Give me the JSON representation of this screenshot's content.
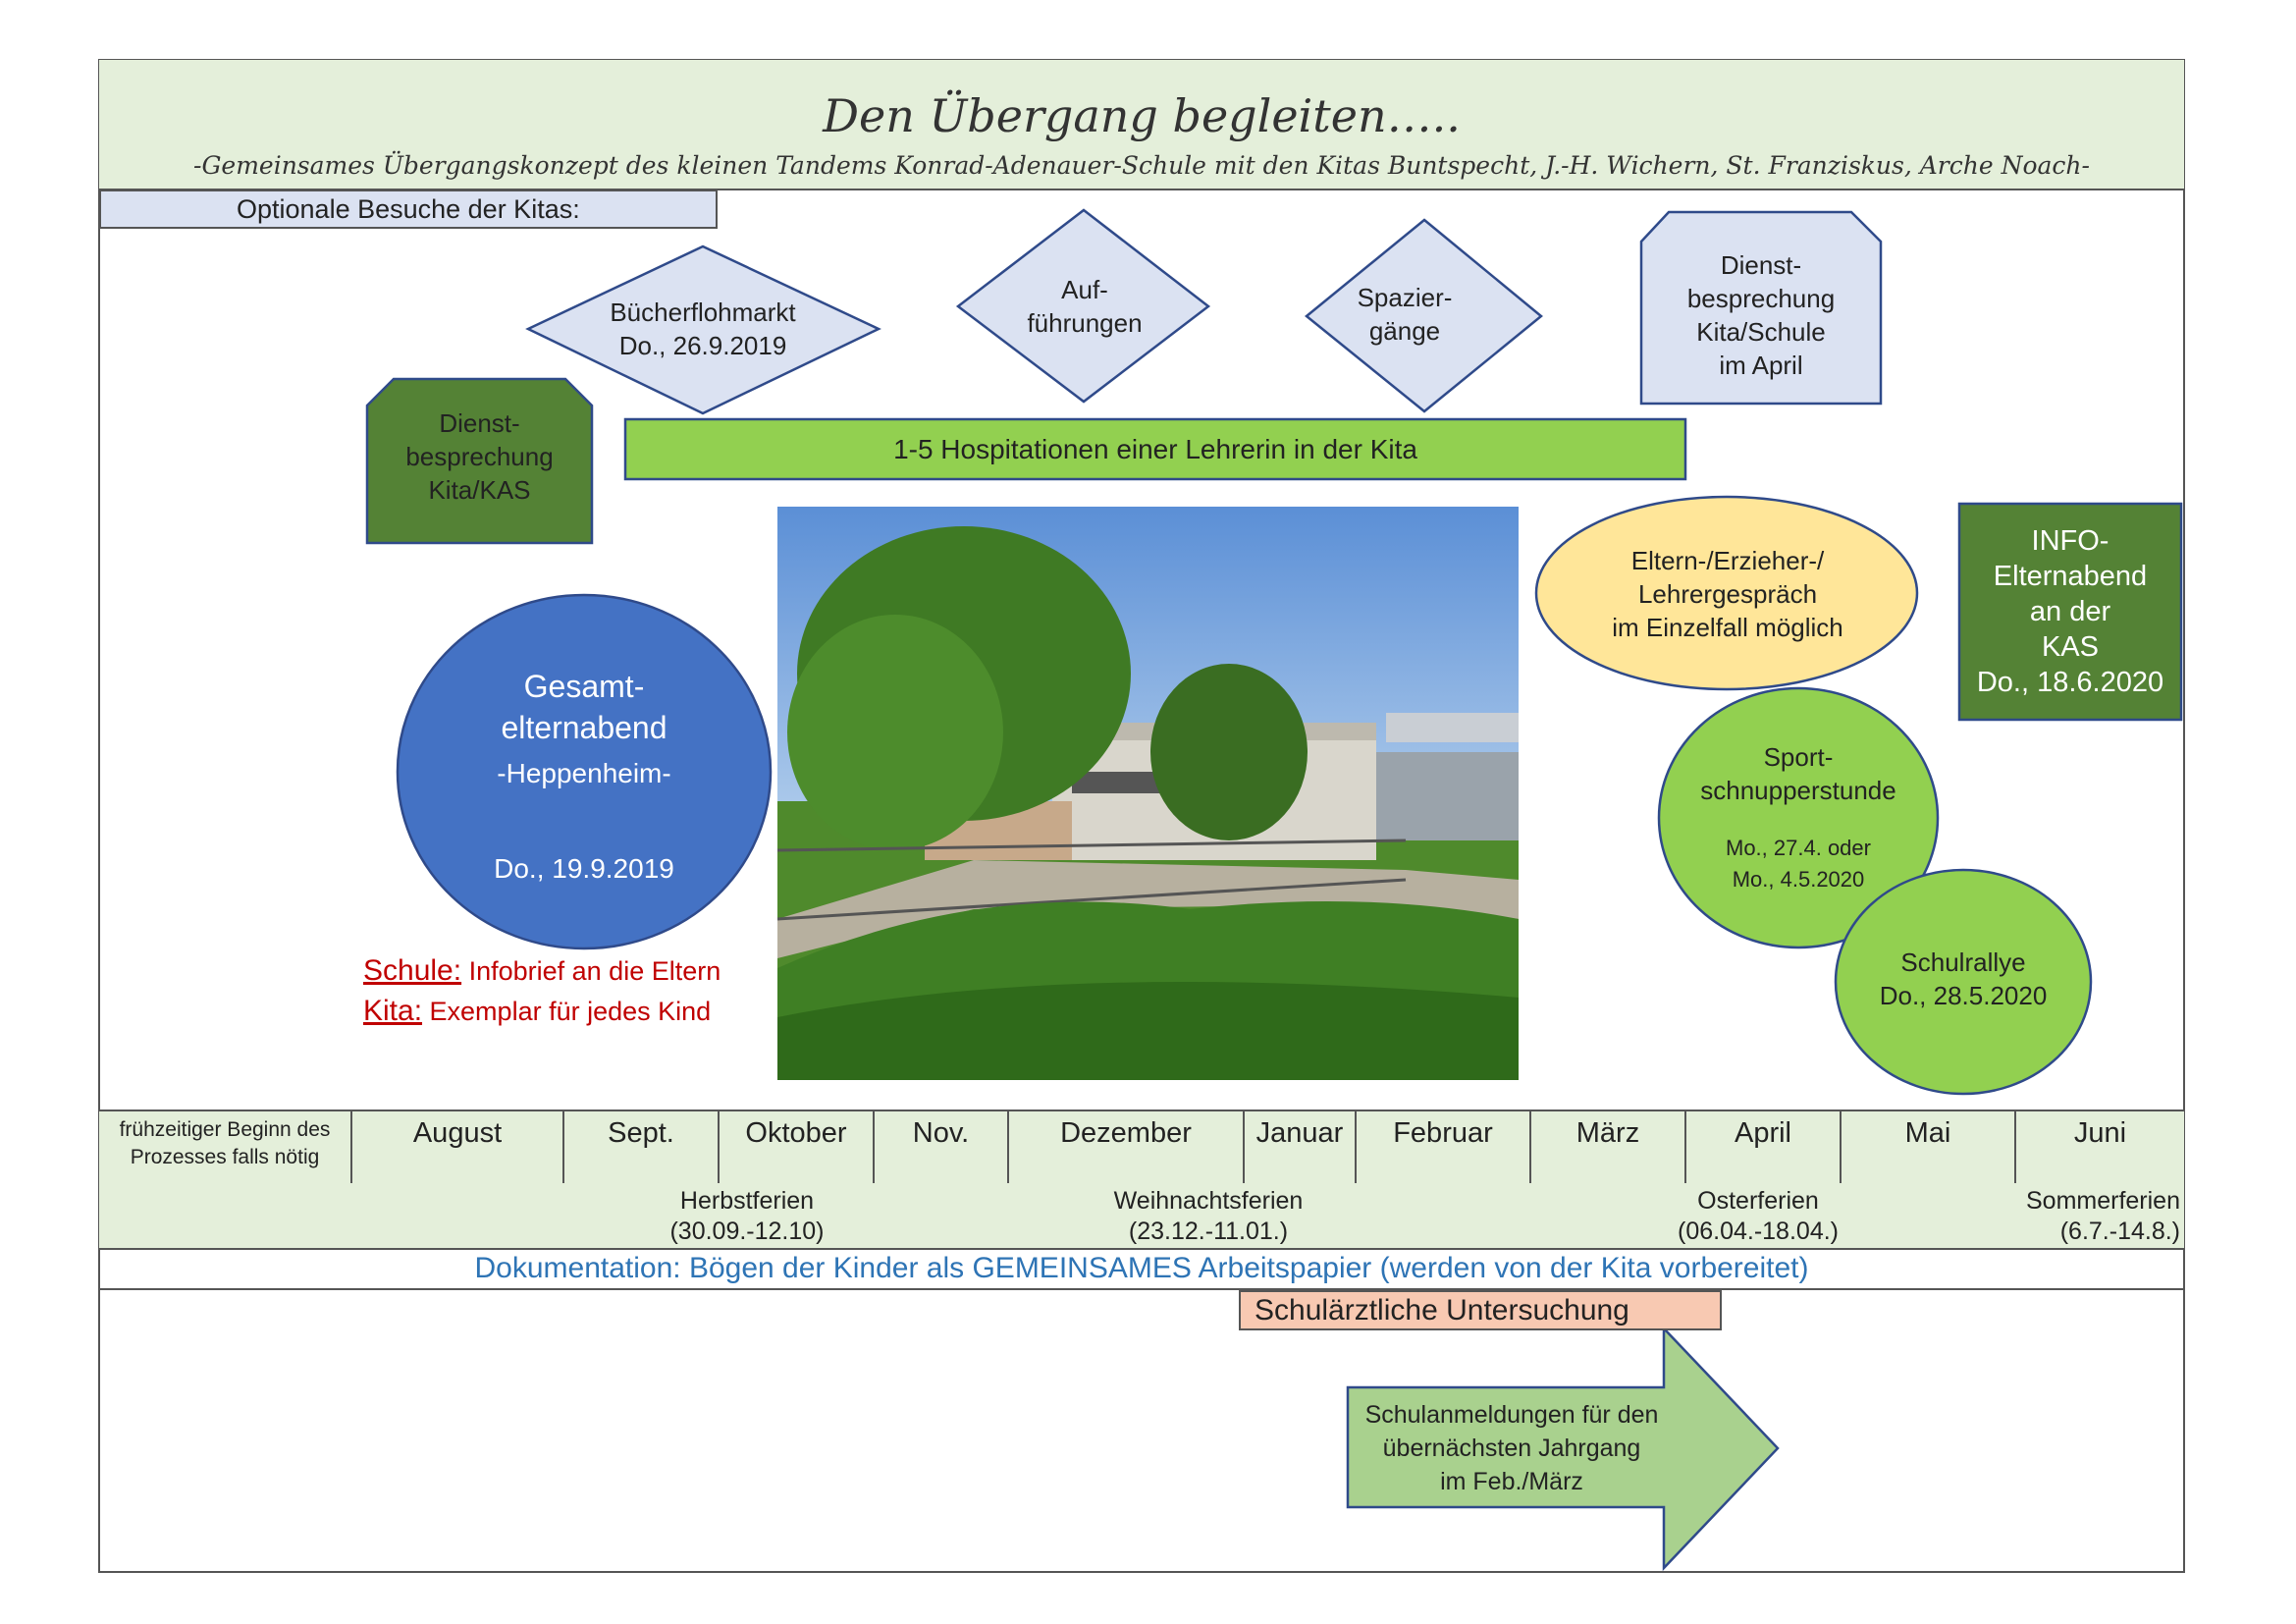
{
  "title": "Den Übergang begleiten…..",
  "subtitle": "-Gemeinsames Übergangskonzept des kleinen Tandems Konrad-Adenauer-Schule mit den Kitas Buntspecht, J.-H. Wichern, St. Franziskus, Arche Noach-",
  "optional_visits_label": "Optionale Besuche der Kitas:",
  "shapes": {
    "buecherflohmarkt": "Bücherflohmarkt\n Do., 26.9.2019",
    "auffuehrungen": "Auf-\nführungen",
    "spaziergaenge": "Spazier-\ngänge",
    "dienstbesprechung_schule": "Dienst-\nbesprechung\nKita/Schule\nim April",
    "dienstbesprechung_kas": "Dienst-\nbesprechung\nKita/KAS",
    "hospitationen": "1-5 Hospitationen einer Lehrerin in der Kita",
    "gesamtelternabend_title": "Gesamt-\nelternabend",
    "gesamtelternabend_place": "-Heppenheim-",
    "gesamtelternabend_date": "Do., 19.9.2019",
    "elterngespraech": "Eltern-/Erzieher-/\nLehrergespräch\nim Einzelfall möglich",
    "info_elternabend": "INFO-\nElternabend\nan der\nKAS\nDo., 18.6.2020",
    "sport_title": "Sport-\nschnupperstunde",
    "sport_date": "Mo., 27.4. oder\nMo., 4.5.2020",
    "schulrallye": "Schulrallye\n  Do., 28.5.2020",
    "schulanmeldungen": "Schulanmeldungen für den\nübernächsten Jahrgang\nim Feb./März"
  },
  "notes": {
    "schule_label": "Schule:",
    "schule_text": " Infobrief an die Eltern",
    "kita_label": "Kita:",
    "kita_text": " Exemplar für jedes Kind"
  },
  "timeline": {
    "first_cell": "frühzeitiger Beginn des Prozesses falls nötig",
    "months": [
      "August",
      "Sept.",
      "Oktober",
      "Nov.",
      "Dezember",
      "Januar",
      "Februar",
      "März",
      "April",
      "Mai",
      "Juni"
    ]
  },
  "holidays": [
    {
      "name": "Herbstferien",
      "dates": "(30.09.-12.10)"
    },
    {
      "name": "Weihnachtsferien",
      "dates": "(23.12.-11.01.)"
    },
    {
      "name": "Osterferien",
      "dates": "(06.04.-18.04.)"
    },
    {
      "name": "Sommerferien",
      "dates": "(6.7.-14.8.)"
    }
  ],
  "documentation": "Dokumentation: Bögen der Kinder als GEMEINSAMES Arbeitspapier (werden von der Kita vorbereitet)",
  "exam": "Schulärztliche Untersuchung",
  "colors": {
    "header_bg": "#e4efda",
    "light_blue": "#dbe2f2",
    "dark_green": "#548235",
    "light_green": "#92d050",
    "blue_circle": "#4472c4",
    "yellow": "#ffe699",
    "peach": "#f8c9b2",
    "arrow_green": "#a9d18e",
    "doc_blue": "#2e74b5",
    "red": "#c00000"
  },
  "icons": {
    "photo": "school-building-photo"
  }
}
